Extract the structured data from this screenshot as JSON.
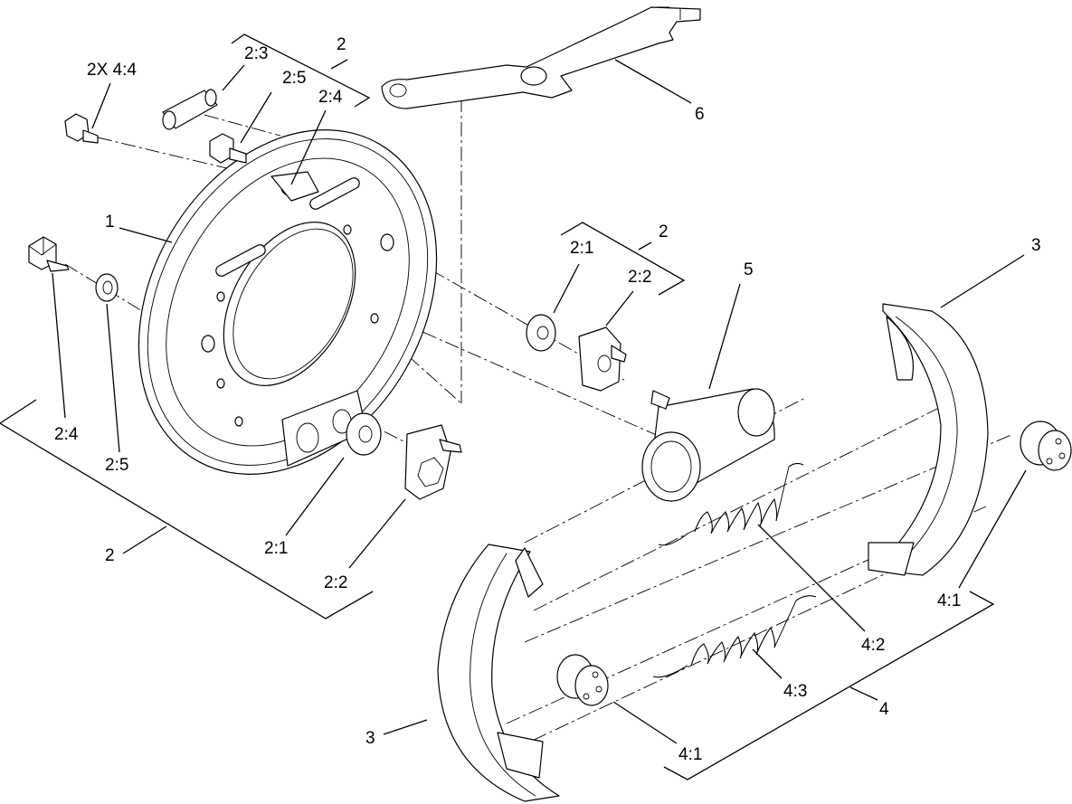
{
  "callouts": {
    "c_2x44": "2X 4:4",
    "c_23": "2:3",
    "c_2_top": "2",
    "c_25_top": "2:5",
    "c_24_top": "2:4",
    "c_6": "6",
    "c_1": "1",
    "c_21_mid": "2:1",
    "c_2_mid": "2",
    "c_22_mid": "2:2",
    "c_5": "5",
    "c_3_right": "3",
    "c_24_left": "2:4",
    "c_25_left": "2:5",
    "c_2_bottom": "2",
    "c_21_bottom": "2:1",
    "c_22_bottom": "2:2",
    "c_41_right": "4:1",
    "c_42": "4:2",
    "c_43": "4:3",
    "c_4": "4",
    "c_3_left": "3",
    "c_41_left": "4:1"
  }
}
